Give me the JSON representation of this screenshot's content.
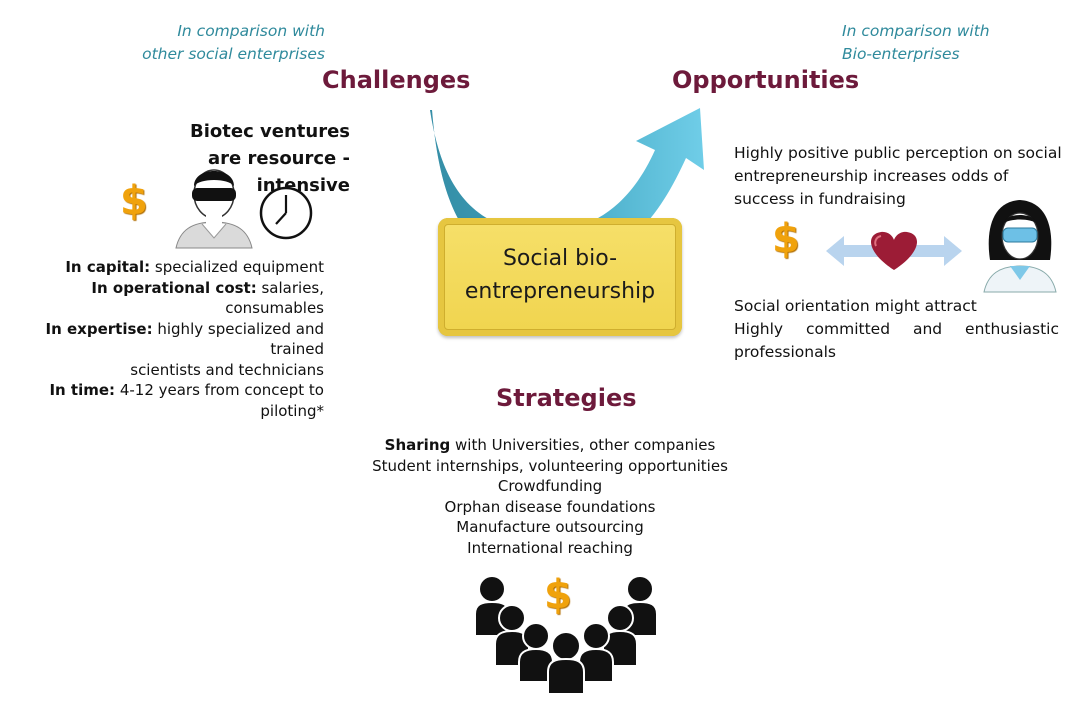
{
  "notes": {
    "left_line1": "In comparison with",
    "left_line2": "other social enterprises",
    "right_line1": "In comparison with",
    "right_line2": "Bio-enterprises"
  },
  "headings": {
    "challenges": "Challenges",
    "opportunities": "Opportunities",
    "strategies": "Strategies"
  },
  "center": {
    "line1": "Social bio-",
    "line2": "entrepreneurship"
  },
  "challenges": {
    "title_line1": "Biotec ventures",
    "title_line2": "are resource -intensive",
    "items": [
      {
        "label": "In capital:",
        "text": " specialized equipment"
      },
      {
        "label": "In operational cost:",
        "text": " salaries, consumables"
      },
      {
        "label": "In expertise:",
        "text": " highly specialized and trained"
      },
      {
        "label": "",
        "text": "scientists and technicians"
      },
      {
        "label": "In time:",
        "text": " 4-12 years from concept to piloting*"
      }
    ]
  },
  "opportunities": {
    "para1": [
      "Highly positive public perception on social",
      "entrepreneurship increases odds of",
      "success in fundraising"
    ],
    "para2_line1": "Social orientation might attract",
    "para2_line2_words": [
      "Highly",
      "committed",
      "and",
      "enthusiastic"
    ],
    "para2_line3": "professionals"
  },
  "strategies": {
    "first_bold": "Sharing",
    "first_rest": " with Universities, other companies",
    "items": [
      "Student internships, volunteering opportunities",
      "Crowdfunding",
      "Orphan disease foundations",
      "Manufacture outsourcing",
      "International reaching"
    ]
  },
  "icons": {
    "dollar_symbol": "$",
    "dollar_color": "#f0a20c",
    "arrow_dark": "#2c8fa6",
    "arrow_light": "#5cc3e0",
    "heading_color": "#6d1a3b",
    "note_color": "#2f8a9c"
  }
}
